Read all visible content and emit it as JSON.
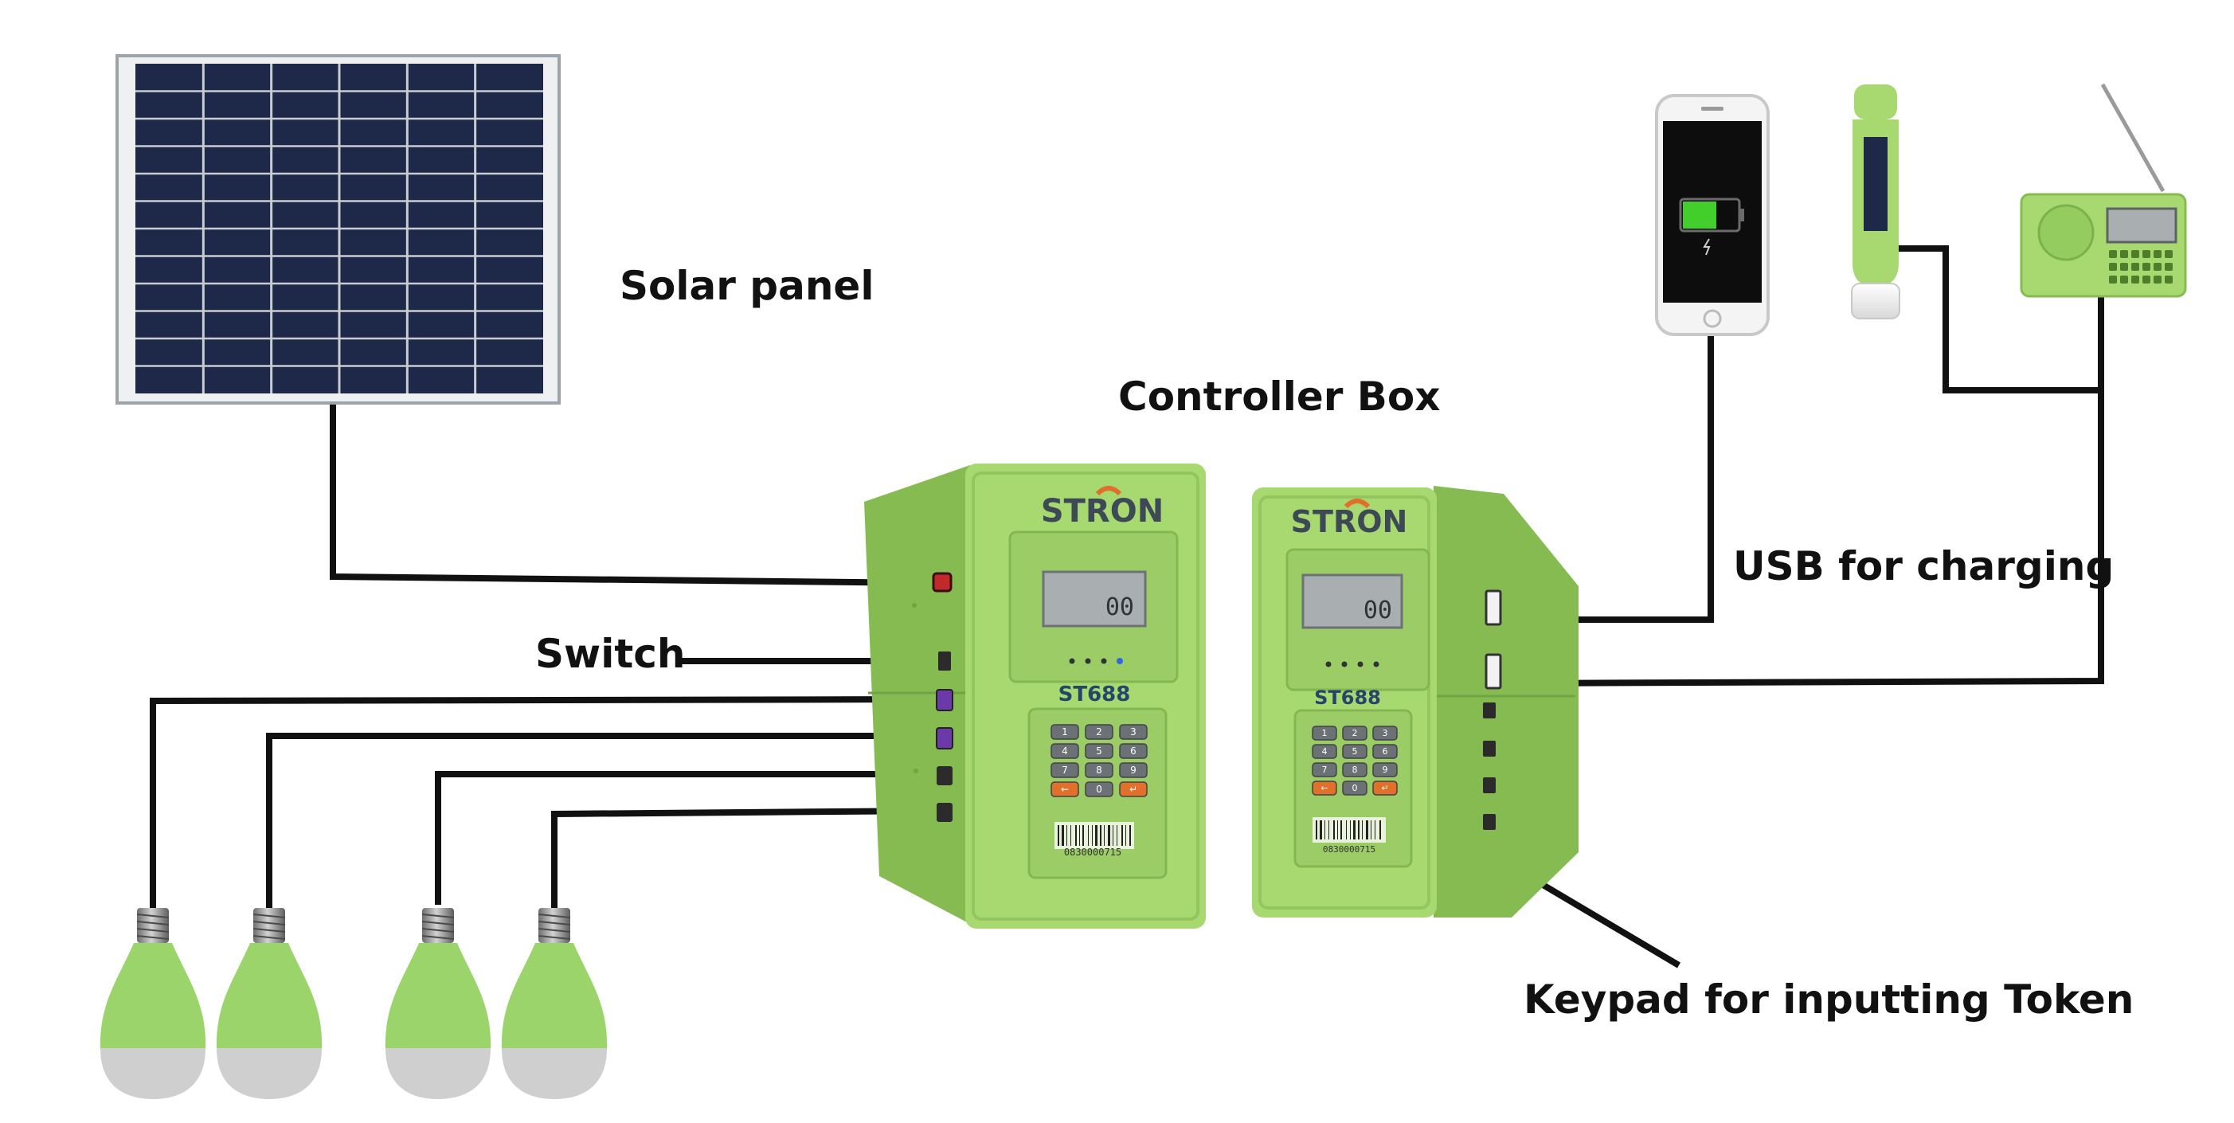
{
  "labels": {
    "solar_panel": "Solar panel",
    "controller_box": "Controller Box",
    "switch": "Switch",
    "usb_charging": "USB for charging",
    "keypad": "Keypad for inputting Token"
  },
  "device": {
    "brand": "STRON",
    "model": "ST688",
    "barcode_number": "0830000715",
    "lcd_reading": "00",
    "keypad_keys": [
      "1",
      "2",
      "3",
      "4",
      "5",
      "6",
      "7",
      "8",
      "9",
      "←",
      "0",
      "↵"
    ]
  },
  "colors": {
    "housing_green": "#a8d870",
    "housing_dark": "#86bb52",
    "wire": "#111111",
    "panel_cell": "#1e2848",
    "lcd": "#a9aeb0",
    "battery_fill": "#43cf2b",
    "key_orange": "#e0702a"
  }
}
